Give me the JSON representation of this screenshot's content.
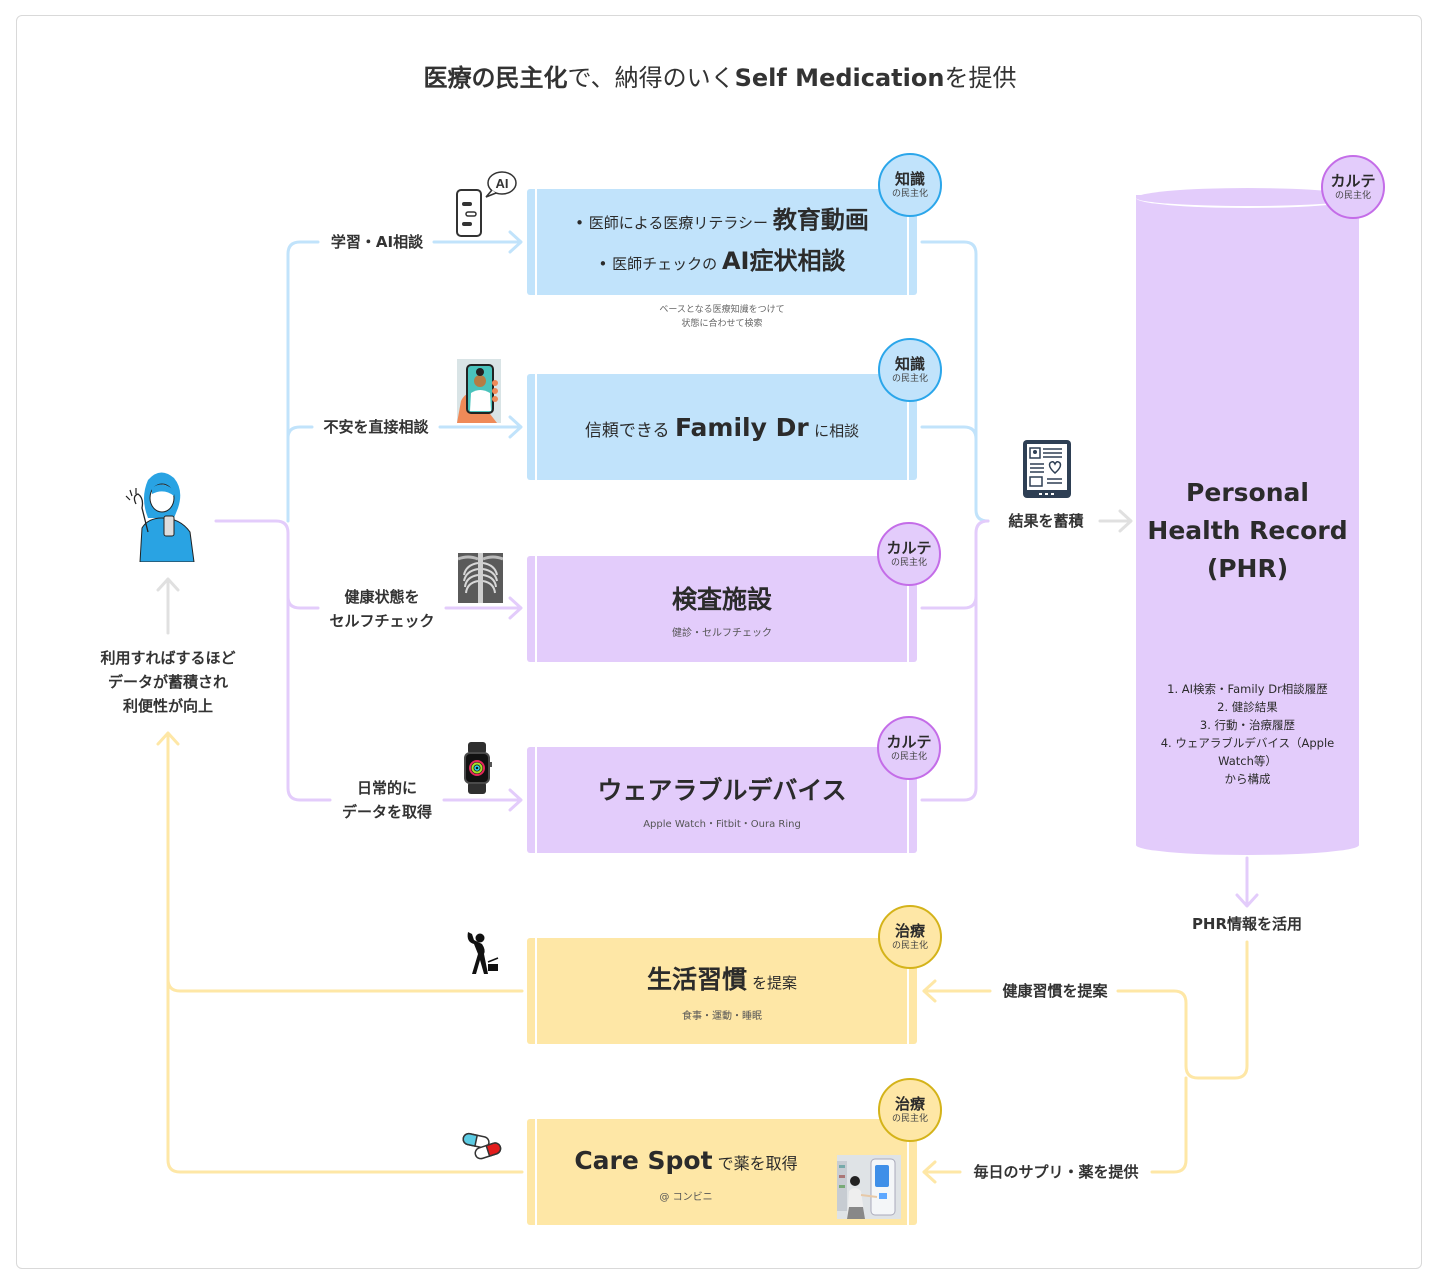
{
  "title": {
    "bold_part": "医療の民主化",
    "normal_part_1": "で、納得のいく",
    "bold_part_2": "Self Medication",
    "normal_part_2": "を提供"
  },
  "user": {
    "icon": "woman-with-smartphone-icon",
    "caption_lines": [
      "利用すればするほど",
      "データが蓄積され",
      "利便性が向上"
    ]
  },
  "branches": [
    {
      "label_lines": [
        "学習・AI相談"
      ],
      "icon": "smartphone-ai-chat-icon",
      "color": "blue"
    },
    {
      "label_lines": [
        "不安を直接相談"
      ],
      "icon": "doctor-video-call-icon",
      "color": "blue"
    },
    {
      "label_lines": [
        "健康状態を",
        "セルフチェック"
      ],
      "icon": "xray-icon",
      "color": "purple"
    },
    {
      "label_lines": [
        "日常的に",
        "データを取得"
      ],
      "icon": "smartwatch-icon",
      "color": "purple"
    }
  ],
  "boxes": {
    "education": {
      "bullet1_normal": "医師による医療リテラシー",
      "bullet1_bold": "教育動画",
      "bullet2_normal": "医師チェックの",
      "bullet2_bold": "AI症状相談",
      "note_lines": [
        "ベースとなる医療知識をつけて",
        "状態に合わせて検索"
      ],
      "badge_main": "知識",
      "badge_sub": "の民主化"
    },
    "family_dr": {
      "prefix": "信頼できる",
      "bold": "Family Dr",
      "suffix": "に相談",
      "badge_main": "知識",
      "badge_sub": "の民主化"
    },
    "exam": {
      "title": "検査施設",
      "sub": "健診・セルフチェック",
      "badge_main": "カルテ",
      "badge_sub": "の民主化"
    },
    "wearable": {
      "title": "ウェアラブルデバイス",
      "sub": "Apple Watch・Fitbit・Oura Ring",
      "badge_main": "カルテ",
      "badge_sub": "の民主化"
    },
    "lifestyle": {
      "bold": "生活習慣",
      "suffix": "を提案",
      "sub": "食事・運動・睡眠",
      "badge_main": "治療",
      "badge_sub": "の民主化",
      "icon": "stretching-person-icon"
    },
    "care_spot": {
      "bold": "Care Spot",
      "suffix": "で薬を取得",
      "sub": "@ コンビニ",
      "badge_main": "治療",
      "badge_sub": "の民主化",
      "icon": "capsule-pills-icon",
      "photo": "care-spot-kiosk-photo"
    }
  },
  "accumulate": {
    "label": "結果を蓄積",
    "icon": "tablet-medical-record-icon"
  },
  "phr": {
    "title_lines": [
      "Personal",
      "Health Record",
      "(PHR)"
    ],
    "list_lines": [
      "1. AI検索・Family Dr相談履歴",
      "2. 健診結果",
      "3. 行動・治療履歴",
      "4. ウェアラブルデバイス（Apple",
      "Watch等）",
      "から構成"
    ],
    "badge_main": "カルテ",
    "badge_sub": "の民主化"
  },
  "phr_use": {
    "label": "PHR情報を活用",
    "suggest_habits": "健康習慣を提案",
    "provide_meds": "毎日のサプリ・薬を提供"
  },
  "colors": {
    "blue_fill": "#c1e3fb",
    "blue_line": "#c1e3fb",
    "blue_badge_border": "#2ba6ea",
    "purple_fill": "#e3ccfb",
    "purple_badge_border": "#c46de8",
    "yellow_fill": "#fee7a6",
    "yellow_badge_border": "#d4b31a",
    "gray_arrow": "#e0e0e0"
  }
}
